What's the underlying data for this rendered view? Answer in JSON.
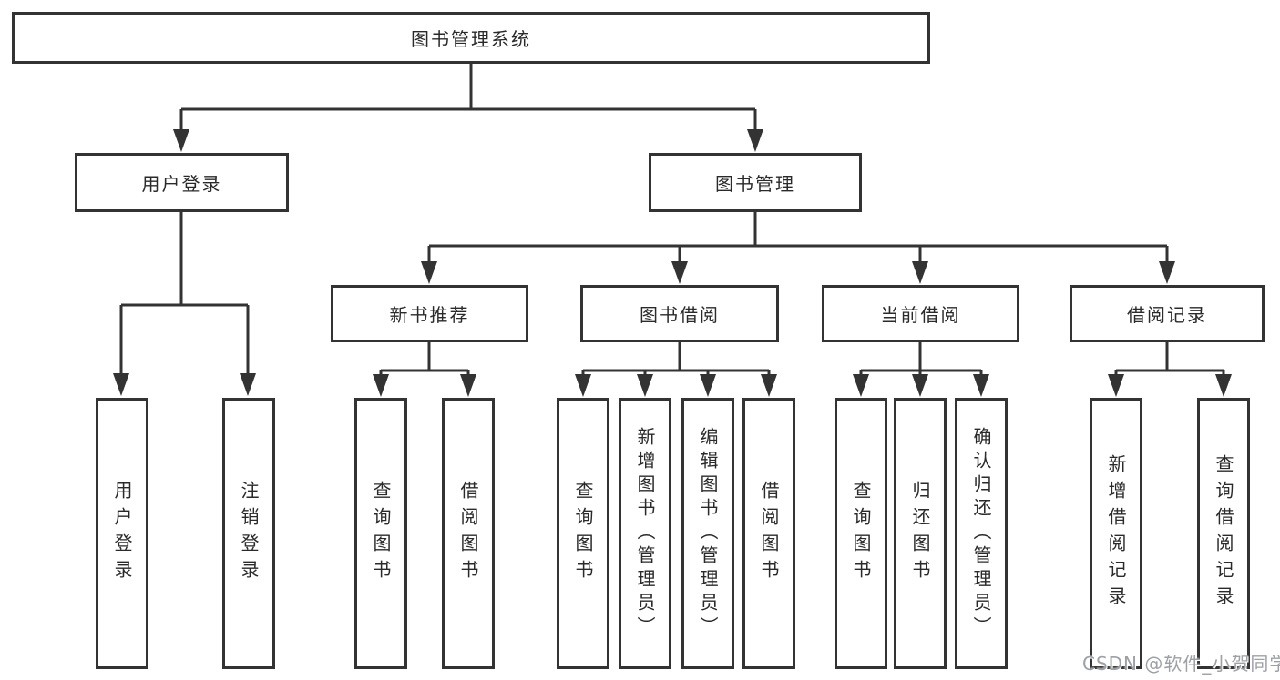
{
  "diagram": {
    "type": "hierarchy-chart",
    "colors": {
      "line": "#333333",
      "box_border": "#333333",
      "box_background": "#ffffff",
      "text": "#2a2a2a",
      "watermark": "#9da1a6"
    },
    "tree": {
      "root": {
        "label": "图书管理系统"
      },
      "branches": [
        {
          "label": "用户登录",
          "children": [
            {
              "label": "用户登录"
            },
            {
              "label": "注销登录"
            }
          ]
        },
        {
          "label": "图书管理",
          "children": [
            {
              "label": "新书推荐",
              "children": [
                {
                  "label": "查询图书"
                },
                {
                  "label": "借阅图书"
                }
              ]
            },
            {
              "label": "图书借阅",
              "children": [
                {
                  "label": "查询图书"
                },
                {
                  "label": "新增图书（管理员）"
                },
                {
                  "label": "编辑图书（管理员）"
                },
                {
                  "label": "借阅图书"
                }
              ]
            },
            {
              "label": "当前借阅",
              "children": [
                {
                  "label": "查询图书"
                },
                {
                  "label": "归还图书"
                },
                {
                  "label": "确认归还（管理员）"
                }
              ]
            },
            {
              "label": "借阅记录",
              "children": [
                {
                  "label": "新增借阅记录"
                },
                {
                  "label": "查询借阅记录"
                }
              ]
            }
          ]
        }
      ]
    }
  },
  "watermark": {
    "text": "CSDN @软件_小贺同学"
  }
}
